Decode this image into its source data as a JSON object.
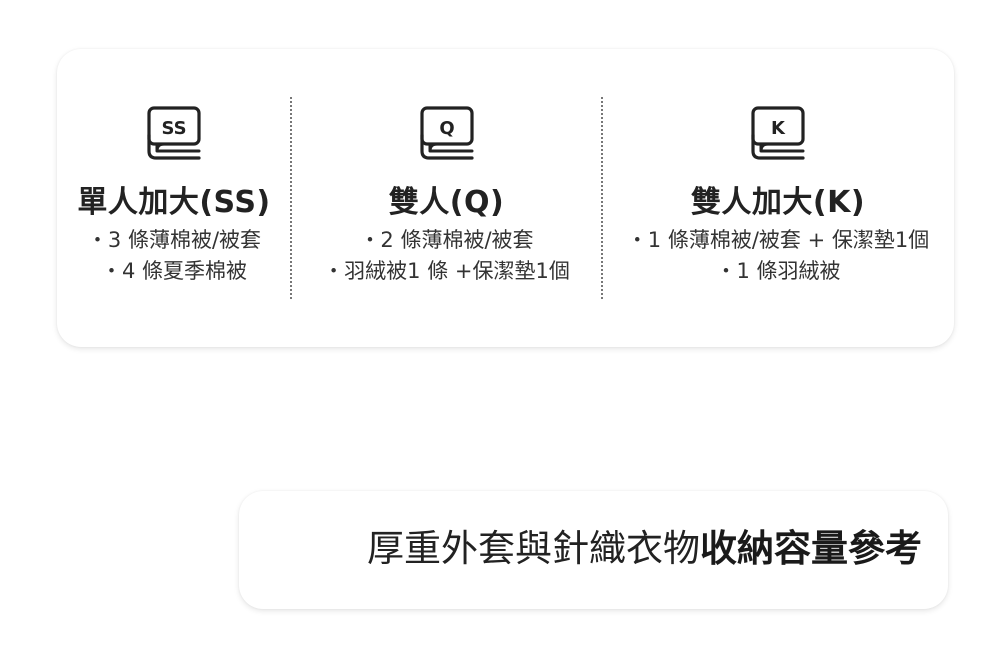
{
  "capacity_card": {
    "columns": [
      {
        "icon": "folded-blanket-icon",
        "icon_label": "SS",
        "title": "單人加大(SS)",
        "lines": [
          "・3 條薄棉被/被套",
          "・4 條夏季棉被"
        ]
      },
      {
        "icon": "folded-blanket-icon",
        "icon_label": "Q",
        "title": "雙人(Q)",
        "lines": [
          "・2 條薄棉被/被套",
          "・羽絨被1 條 +保潔墊1個"
        ]
      },
      {
        "icon": "folded-blanket-icon",
        "icon_label": "K",
        "title": "雙人加大(K)",
        "lines": [
          "・1 條薄棉被/被套 + 保潔墊1個",
          "・1 條羽絨被"
        ]
      }
    ]
  },
  "caption": {
    "regular": "厚重外套與針織衣物",
    "bold": "收納容量參考"
  },
  "colors": {
    "text": "#222222",
    "divider": "#777777",
    "card_background": "#ffffff"
  }
}
